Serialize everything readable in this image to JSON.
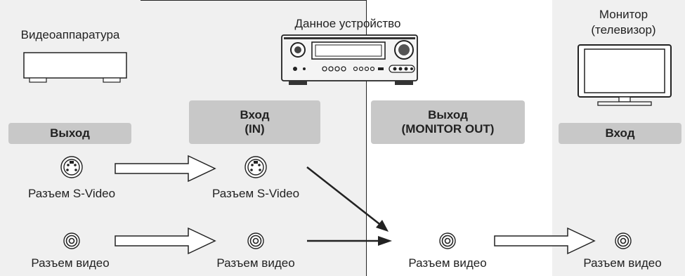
{
  "source": {
    "title": "Видеоаппаратура",
    "output_label": "Выход",
    "svideo_label": "Разъем S-Video",
    "video_label": "Разъем видео"
  },
  "device": {
    "title": "Данное устройство",
    "input_label": "Вход\n(IN)",
    "output_label": "Выход\n(MONITOR OUT)",
    "svideo_label": "Разъем S-Video",
    "video_in_label": "Разъем видео",
    "video_out_label": "Разъем видео"
  },
  "monitor": {
    "title": "Монитор\n(телевизор)",
    "input_label": "Вход",
    "video_label": "Разъем видео"
  },
  "colors": {
    "panel_bg": "#f0f0f0",
    "badge_bg": "#c8c8c8",
    "line": "#222222"
  }
}
